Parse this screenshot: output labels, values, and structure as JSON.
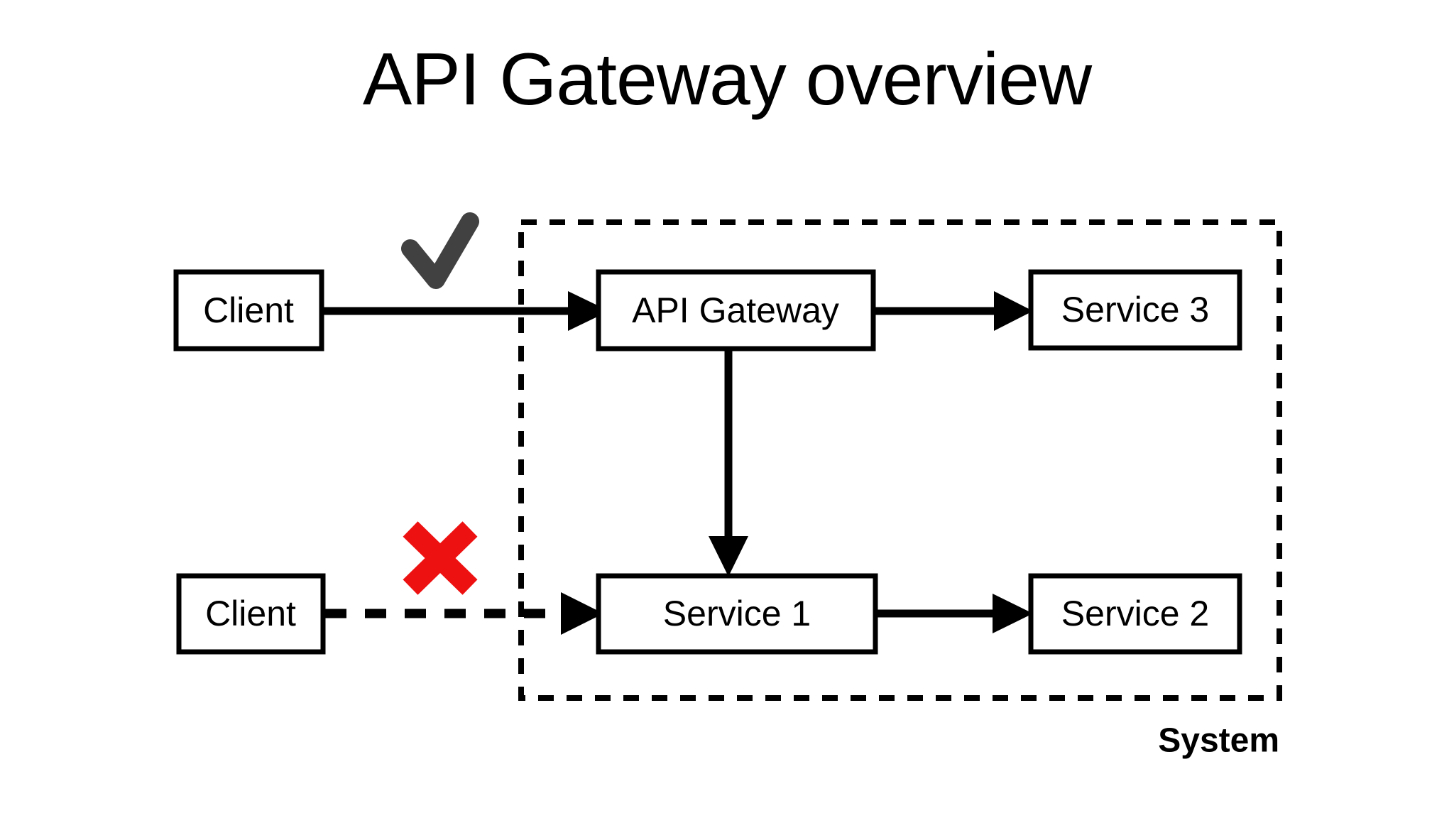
{
  "slide": {
    "title": "API Gateway overview",
    "background_color": "#ffffff"
  },
  "diagram": {
    "type": "block-flow-diagram",
    "boundary": {
      "label": "System",
      "style": "dashed",
      "color": "#000000"
    },
    "nodes": [
      {
        "id": "client-top",
        "label": "Client",
        "group": "external"
      },
      {
        "id": "client-bottom",
        "label": "Client",
        "group": "external"
      },
      {
        "id": "api-gateway",
        "label": "API Gateway",
        "group": "system"
      },
      {
        "id": "service-3",
        "label": "Service 3",
        "group": "system"
      },
      {
        "id": "service-1",
        "label": "Service 1",
        "group": "system"
      },
      {
        "id": "service-2",
        "label": "Service 2",
        "group": "system"
      }
    ],
    "edges": [
      {
        "from": "client-top",
        "to": "api-gateway",
        "style": "solid",
        "direction": "right"
      },
      {
        "from": "api-gateway",
        "to": "service-3",
        "style": "solid",
        "direction": "right"
      },
      {
        "from": "api-gateway",
        "to": "service-1",
        "style": "solid",
        "direction": "down"
      },
      {
        "from": "client-bottom",
        "to": "service-1",
        "style": "dashed",
        "direction": "right"
      },
      {
        "from": "service-1",
        "to": "service-2",
        "style": "solid",
        "direction": "right"
      }
    ],
    "annotations": [
      {
        "id": "allowed-mark",
        "icon": "check-icon",
        "meaning": "allowed",
        "color": "#414141"
      },
      {
        "id": "disallowed-mark",
        "icon": "cross-icon",
        "meaning": "not allowed",
        "color": "#EE1111"
      }
    ]
  }
}
